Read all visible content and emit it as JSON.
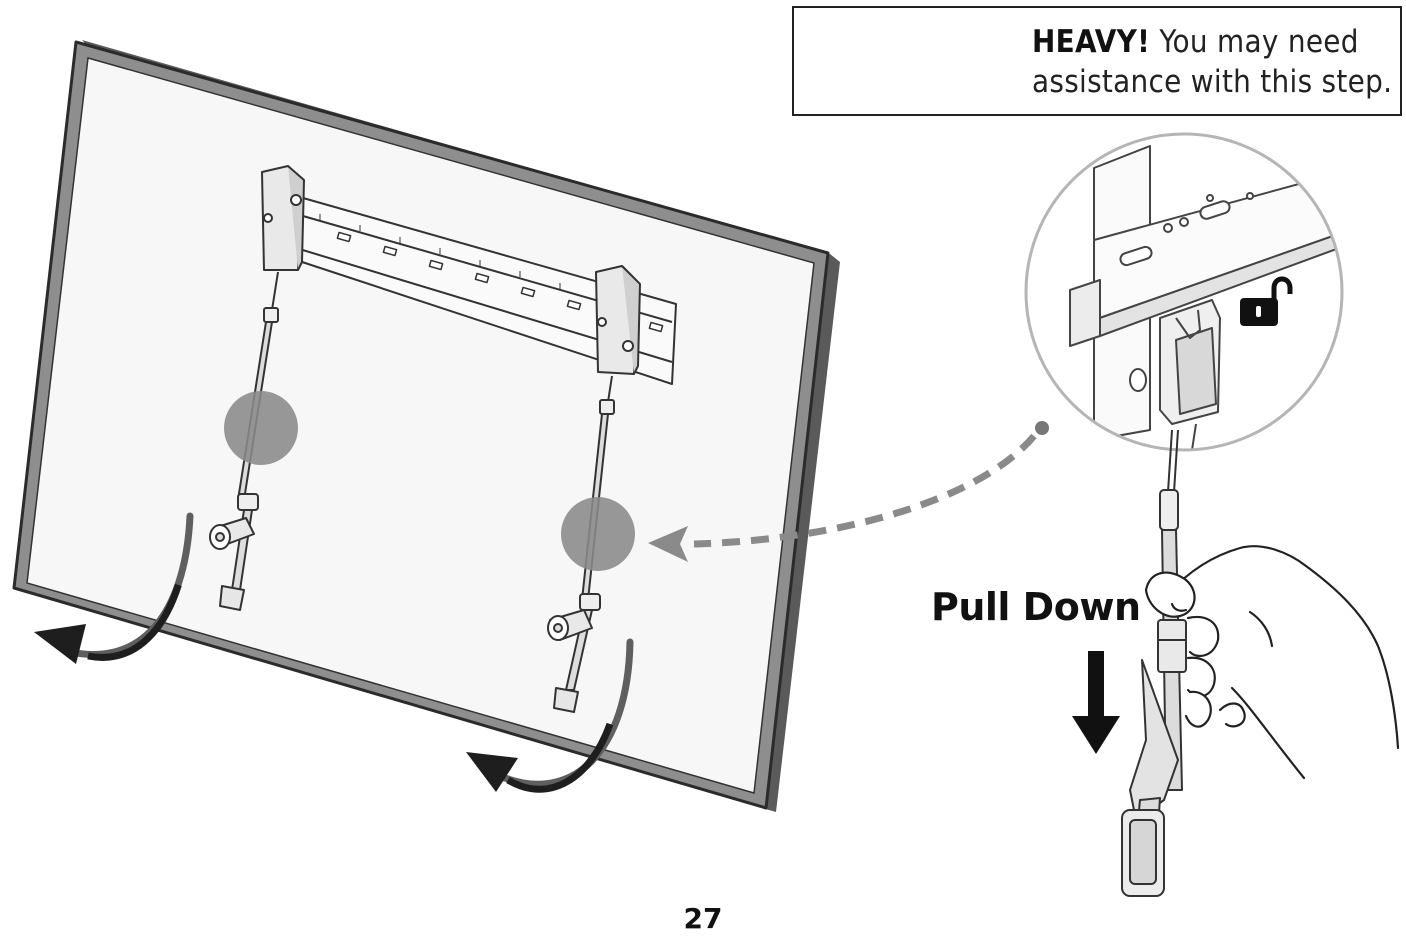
{
  "warning": {
    "heading": "HEAVY!",
    "line1_rest": " You may need",
    "line2": "assistance with this step.",
    "icons": [
      "warning-triangle-icon",
      "two-person-lift-icon"
    ]
  },
  "action": {
    "label": "Pull Down",
    "icons": [
      "unlock-padlock-icon",
      "down-arrow-icon",
      "rotate-arrow-icon"
    ]
  },
  "page_number": "27",
  "colors": {
    "ink": "#222222",
    "highlight_circle": "#8a8a8a",
    "screen_fill": "#f7f7f7",
    "tv_frame": "#8e8e8e",
    "detail_circle_border": "#b5b5b5",
    "dashed_pointer": "#8a8a8a"
  }
}
